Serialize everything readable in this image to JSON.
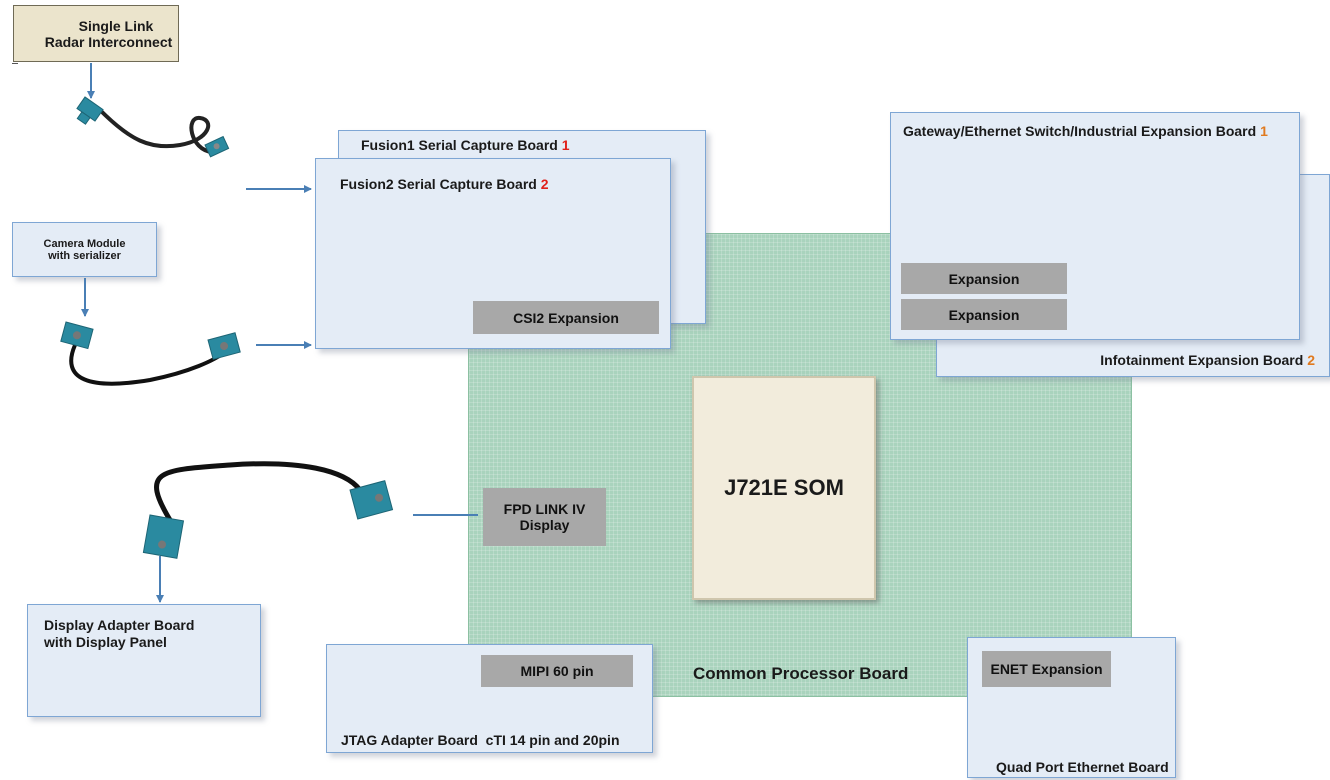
{
  "colors": {
    "connector": "#2a8aa0",
    "arrow": "#4a7fb5",
    "board_fill": "#e4ecf6",
    "board_border": "#7ea6d4",
    "processor_board": "#a9d3bd",
    "som": "#f2ecdc",
    "expansion": "#a8a8a8",
    "index_red": "#e0201b",
    "index_orange": "#e07a1f"
  },
  "radar": {
    "line1": "Single Link",
    "line2": "Radar Interconnect"
  },
  "camera": {
    "line1": "Camera Module",
    "line2": "with serializer"
  },
  "fusion1": {
    "label": "Fusion1 Serial Capture Board",
    "index": "1"
  },
  "fusion2": {
    "label": "Fusion2 Serial Capture Board",
    "index": "2",
    "expansion": "CSI2 Expansion"
  },
  "gateway": {
    "label": "Gateway/Ethernet Switch/Industrial Expansion Board",
    "index": "1",
    "expansion1": "Expansion",
    "expansion2": "Expansion"
  },
  "infotainment": {
    "label": "Infotainment Expansion Board",
    "index": "2"
  },
  "processor": {
    "label": "Common Processor Board"
  },
  "som": {
    "label": "J721E SOM"
  },
  "fpd": {
    "line1": "FPD LINK IV",
    "line2": "Display"
  },
  "display_adapter": {
    "line1": "Display Adapter Board",
    "line2": "with Display Panel"
  },
  "jtag": {
    "label": "JTAG Adapter Board  cTI 14 pin and 20pin",
    "expansion": "MIPI 60 pin"
  },
  "ethernet": {
    "label": "Quad Port Ethernet Board",
    "expansion": "ENET Expansion"
  },
  "icons": [
    "fakra-connector-icon",
    "coax-cable-icon",
    "arrow-icon"
  ]
}
